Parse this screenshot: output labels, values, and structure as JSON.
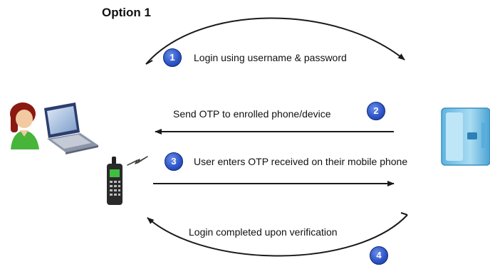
{
  "title": "Option 1",
  "steps": [
    {
      "number": "1",
      "label": "Login using username & password"
    },
    {
      "number": "2",
      "label": "Send OTP to enrolled phone/device"
    },
    {
      "number": "3",
      "label": "User enters OTP received on their mobile phone"
    },
    {
      "number": "4",
      "label": "Login completed upon verification"
    }
  ],
  "icons": {
    "user": "user-laptop-icon",
    "phone": "mobile-phone-icon",
    "server": "server-icon",
    "signal": "lightning-signal-icon"
  },
  "colors": {
    "badge": "#2f56c8",
    "arrow": "#1a1a1a",
    "phone_screen": "#3fbf3f",
    "server": "#7ec8ea"
  }
}
